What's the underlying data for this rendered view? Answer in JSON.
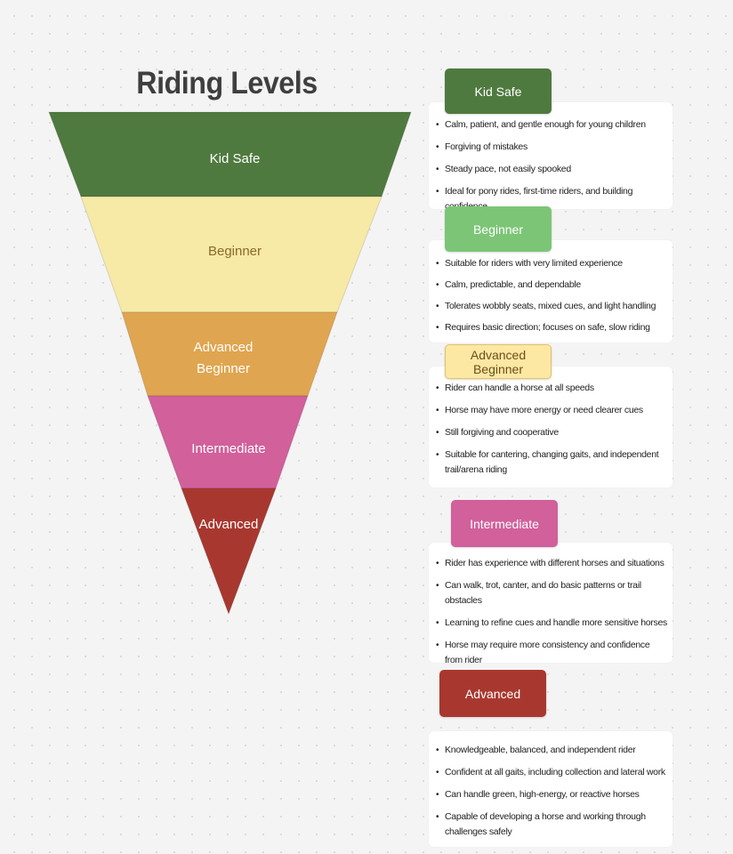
{
  "title": "Riding Levels",
  "levels": [
    {
      "name": "Kid Safe",
      "color": "#4f7a3f",
      "text_color": "#ffffff",
      "items": [
        "Calm, patient, and gentle enough for young children",
        "Forgiving of mistakes",
        "Steady pace, not easily spooked",
        "Ideal for pony rides, first-time riders, and building confidence"
      ]
    },
    {
      "name": "Beginner",
      "color": "#f7e9a6",
      "tag_color": "#7cc576",
      "text_color": "#8a6a2c",
      "tag_text_color": "#ffffff",
      "items": [
        "Suitable for riders with very limited experience",
        "Calm, predictable, and dependable",
        "Tolerates wobbly seats, mixed cues, and light handling",
        "Requires basic direction; focuses on safe, slow riding"
      ]
    },
    {
      "name": "Advanced Beginner",
      "funnel_lines": [
        "Advanced",
        "Beginner"
      ],
      "color": "#e0a550",
      "tag_color": "#fde8a3",
      "text_color": "#ffffff",
      "tag_text_color": "#6b4e1c",
      "items": [
        "Rider can handle a horse at all speeds",
        "Horse may have more energy or need clearer cues",
        "Still forgiving and cooperative",
        "Suitable for cantering, changing gaits, and independent trail/arena riding"
      ]
    },
    {
      "name": "Intermediate",
      "color": "#d1609b",
      "text_color": "#ffffff",
      "items": [
        "Rider has experience with different horses and situations",
        "Can walk, trot, canter, and do basic patterns or trail obstacles",
        "Learning to refine cues and handle more sensitive horses",
        "Horse may require more consistency and confidence from rider"
      ]
    },
    {
      "name": "Advanced",
      "color": "#a8382f",
      "text_color": "#ffffff",
      "items": [
        "Knowledgeable, balanced, and independent rider",
        "Confident at all gaits, including collection and lateral work",
        "Can handle green, high-energy, or reactive horses",
        "Capable of developing a horse and working through challenges safely"
      ]
    }
  ]
}
